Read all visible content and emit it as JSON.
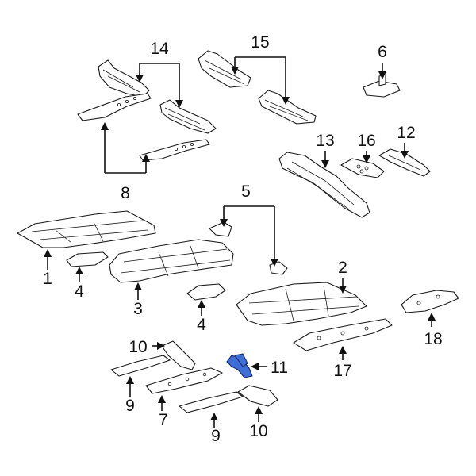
{
  "callouts": {
    "c1": "1",
    "c2": "2",
    "c3": "3",
    "c4a": "4",
    "c4b": "4",
    "c5": "5",
    "c6": "6",
    "c7": "7",
    "c8": "8",
    "c9a": "9",
    "c9b": "9",
    "c10a": "10",
    "c10b": "10",
    "c11": "11",
    "c12": "12",
    "c13": "13",
    "c14": "14",
    "c15": "15",
    "c16": "16",
    "c17": "17",
    "c18": "18"
  },
  "highlighted_part": "11",
  "colors": {
    "highlight_fill": "#3f6fd6",
    "line": "#1a1a1a",
    "background": "#ffffff"
  }
}
